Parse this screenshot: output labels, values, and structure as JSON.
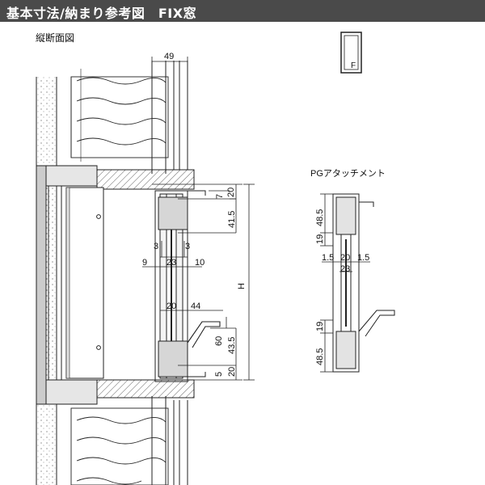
{
  "header": {
    "title": "基本寸法/納まり参考図　FIX窓"
  },
  "section_label": "縦断面図",
  "icon_label": "F",
  "detail_label": "PGアタッチメント",
  "main_dims": {
    "d49": "49",
    "d20a": "20",
    "d7": "7",
    "d41_5": "41.5",
    "d3a": "3",
    "d3b": "3",
    "d9": "9",
    "d23": "23",
    "d10": "10",
    "dH": "H",
    "d20b": "20",
    "d44": "44",
    "d60": "60",
    "d43_5": "43.5",
    "d5": "5",
    "d20c": "20"
  },
  "detail_dims": {
    "d48_5a": "48.5",
    "d19a": "19",
    "d1_5a": "1.5",
    "d20": "20",
    "d1_5b": "1.5",
    "d23": "23",
    "d19b": "19",
    "d48_5b": "48.5"
  }
}
